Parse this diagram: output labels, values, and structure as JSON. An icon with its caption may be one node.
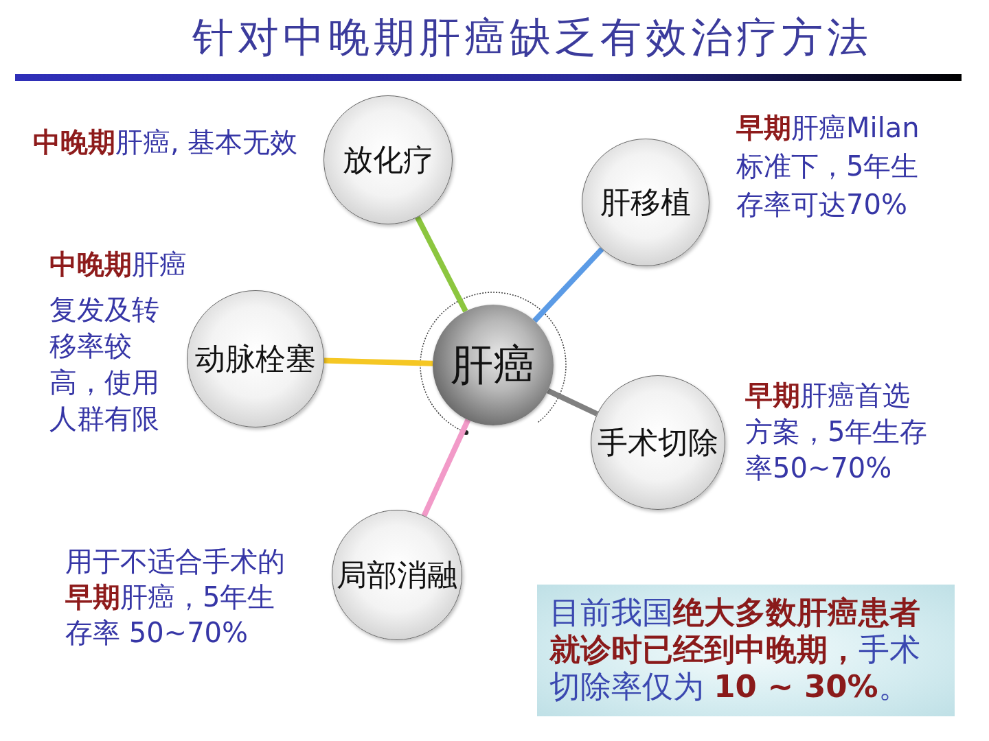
{
  "diagram": {
    "title": "针对中晚期肝癌缺乏有效治疗方法",
    "nodes": [
      {
        "text": [
          "放化疗"
        ],
        "beside": [
          "**中晚期**肝癌, 基本无效"
        ]
      },
      {
        "text": [
          "肝移植"
        ],
        "beside": [
          "**早期**肝癌Milan标准下，5年生存率可达70%"
        ]
      },
      {
        "text": [
          "动脉栓塞"
        ],
        "beside": [
          "**中晚期**肝癌",
          "复发及转移率较高，使用人群有限"
        ]
      },
      {
        "text": [
          "肝癌"
        ]
      },
      {
        "text": [
          "手术切除"
        ],
        "beside": [
          "**早期**肝癌首选方案，5年生存率50~70%"
        ]
      },
      {
        "text": [
          "局部消融"
        ],
        "beside": [
          "用于不适合手术的**早期**肝癌，5年生存率 50~70%"
        ]
      },
      {
        "text": [
          "目前我国**绝大多数肝癌患者就诊时已经到中晚期，**手术切除率仅为 **10 ~ 30%**。"
        ]
      }
    ],
    "edges": [
      {
        "from": 3,
        "to": 0,
        "arrow": "none",
        "color": "#8cc63f"
      },
      {
        "from": 3,
        "to": 1,
        "arrow": "none",
        "color": "#5b9be6"
      },
      {
        "from": 3,
        "to": 2,
        "arrow": "none",
        "color": "#f5c724"
      },
      {
        "from": 3,
        "to": 4,
        "arrow": "none",
        "color": "#808080"
      },
      {
        "from": 3,
        "to": 5,
        "arrow": "none",
        "color": "#f29ac8"
      }
    ]
  }
}
